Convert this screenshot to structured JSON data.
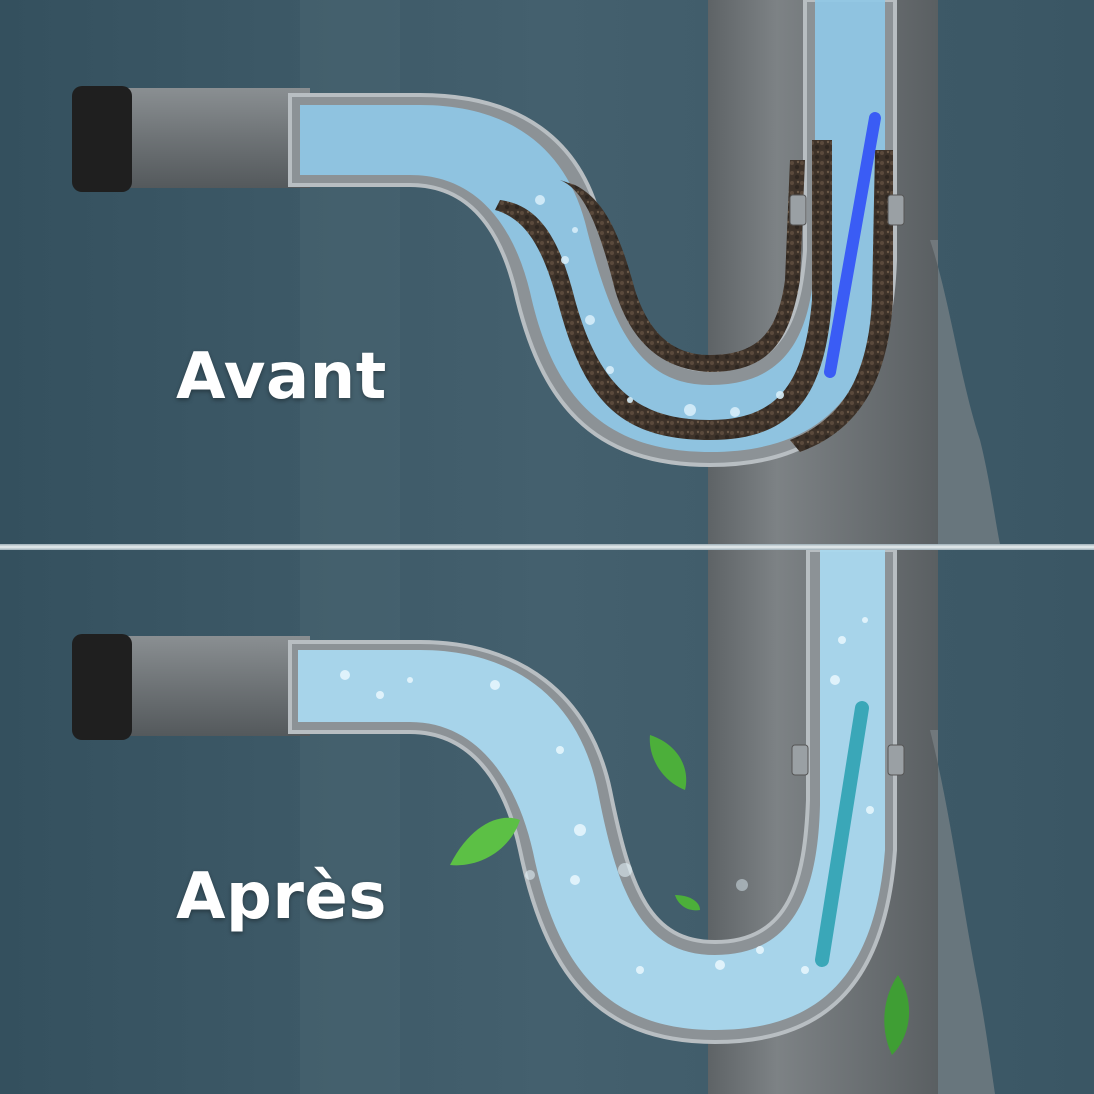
{
  "panels": [
    {
      "label": "Avant",
      "state": "clogged",
      "colors": {
        "background": "#3d5866",
        "pipe": "#6f7478",
        "water": "#8fc8e6",
        "sludge": "#4a3d32",
        "rod": "#3a5cf5"
      }
    },
    {
      "label": "Après",
      "state": "clean",
      "colors": {
        "background": "#3d5866",
        "pipe": "#6f7478",
        "water": "#a9d8ee",
        "leaf": "#4caf3a",
        "rod": "#3aa7b8"
      }
    }
  ],
  "icons": {
    "leaf": "leaf-icon",
    "bubble": "bubble-icon"
  }
}
